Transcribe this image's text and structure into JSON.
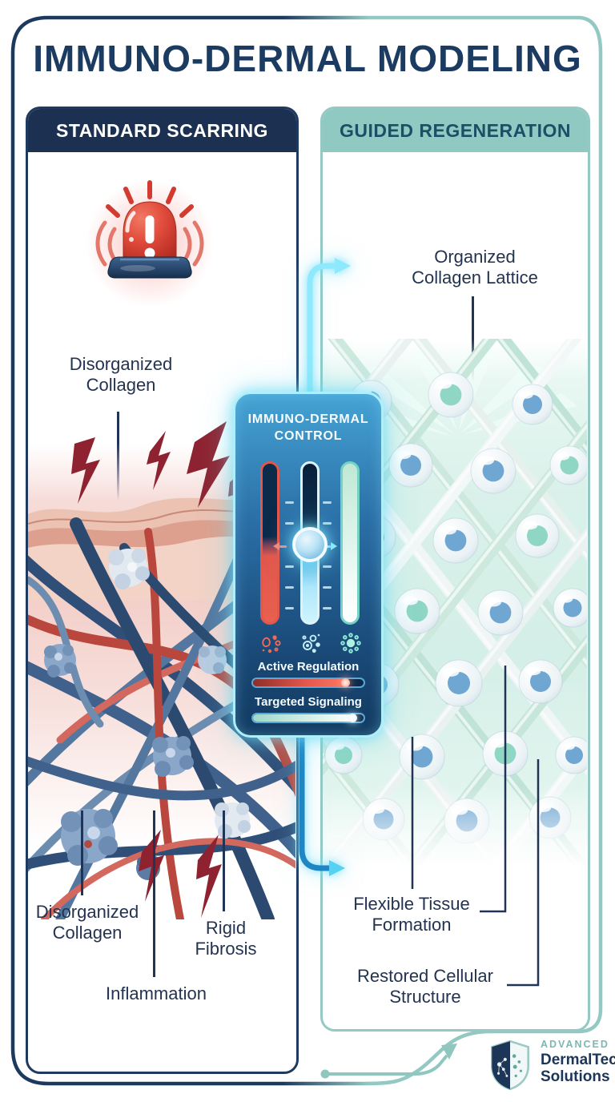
{
  "title": "IMMUNO-DERMAL MODELING",
  "left_panel": {
    "header": "STANDARD SCARRING",
    "alert_icon": "alarm-siren",
    "callouts": {
      "top": "Disorganized\nCollagen",
      "bottom_left": "Disorganized\nCollagen",
      "bottom_center": "Inflammation",
      "bottom_right": "Rigid\nFibrosis"
    }
  },
  "right_panel": {
    "header": "GUIDED REGENERATION",
    "callouts": {
      "top": "Organized\nCollagen Lattice",
      "middle": "Flexible Tissue\nFormation",
      "bottom": "Restored Cellular\nStructure"
    }
  },
  "control_panel": {
    "title": "IMMUNO-DERMAL\nCONTROL",
    "sliders": [
      {
        "name": "inflammation-slider",
        "accent": "#e2574c",
        "level_pct": 50
      },
      {
        "name": "modulation-slider",
        "accent": "#eaf7fc",
        "knob_pct": 48
      },
      {
        "name": "regeneration-slider",
        "accent": "#7fd9c9",
        "level_pct": 100
      }
    ],
    "icons": [
      "pathogen-icon",
      "cell-cluster-icon",
      "receptor-cell-icon"
    ],
    "metrics": [
      {
        "label": "Active Regulation",
        "value_pct": 86,
        "fill_color": "#e2574c"
      },
      {
        "label": "Targeted Signaling",
        "value_pct": 93,
        "fill_color": "#cdeee6"
      }
    ]
  },
  "logo": {
    "icon": "shield-molecule",
    "tagline": "ADVANCED",
    "name_line1": "DermalTech",
    "name_line2": "Solutions"
  },
  "colors": {
    "navy": "#1d3557",
    "teal_border": "#93c9c2",
    "teal_header_bg": "#8fc9c2",
    "header_text_dark": "#1b4f66",
    "alert_red": "#d23b30",
    "bolt_red": "#8e2230",
    "glow_cyan": "#7fe0fa",
    "panel_blue_top": "#45a3d4",
    "panel_blue_bottom": "#123a60",
    "mint": "#bfe7da"
  }
}
